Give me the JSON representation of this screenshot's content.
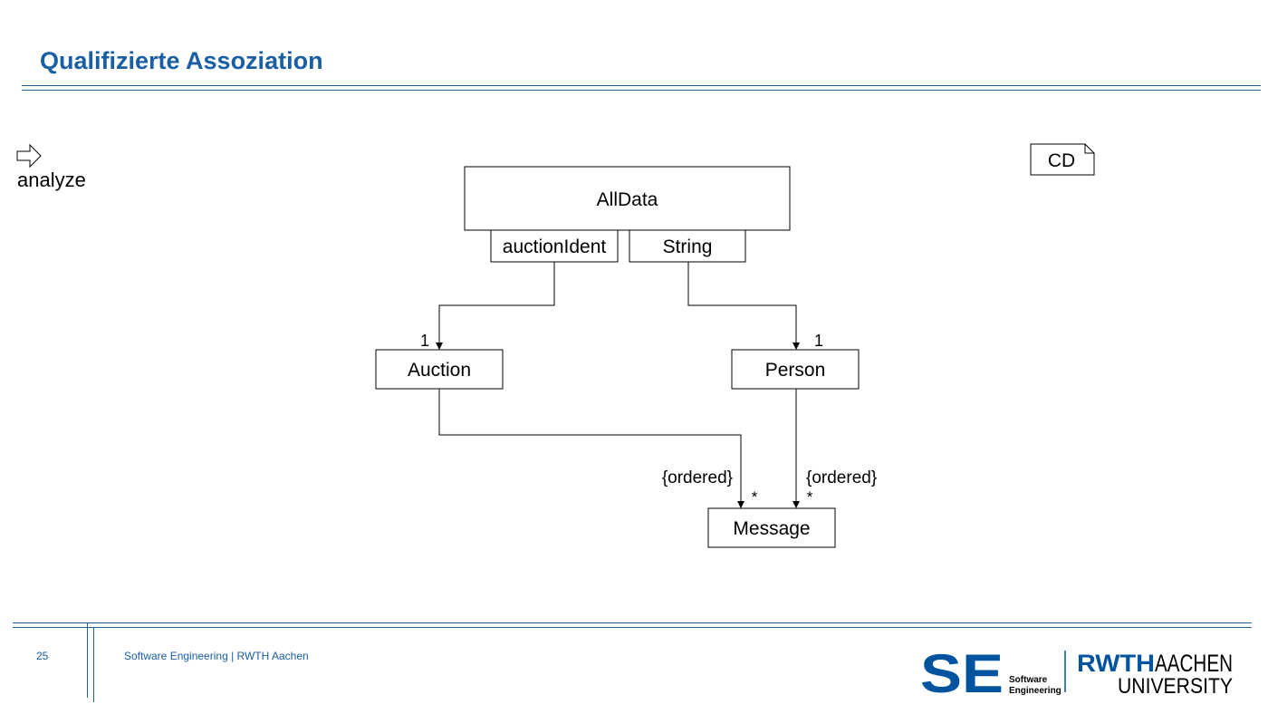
{
  "slide": {
    "title": "Qualifizierte Assoziation",
    "page_number": "25",
    "footer_text": "Software Engineering  |  RWTH Aachen"
  },
  "side_note": {
    "icon": "hollow-right-arrow-icon",
    "label": "analyze"
  },
  "diagram_tag": "CD",
  "classes": {
    "alldata": "AllData",
    "auction": "Auction",
    "person": "Person",
    "message": "Message"
  },
  "qualifiers": {
    "auction_ident": "auctionIdent",
    "string": "String"
  },
  "multiplicities": {
    "auction": "1",
    "person": "1",
    "message_from_auction": "*",
    "message_from_person": "*"
  },
  "constraints": {
    "auction_to_message": "{ordered}",
    "person_to_message": "{ordered}"
  },
  "logo": {
    "se_mark": "SE",
    "se_line1": "Software",
    "se_line2": "Engineering",
    "rwth_dark": "RWTH",
    "rwth_light": "AACHEN",
    "university": "UNIVERSITY"
  },
  "colors": {
    "title": "#1a5ea3",
    "rule": "#1f5f93",
    "logo_dark": "#00549f",
    "logo_light": "#8ebae5"
  }
}
